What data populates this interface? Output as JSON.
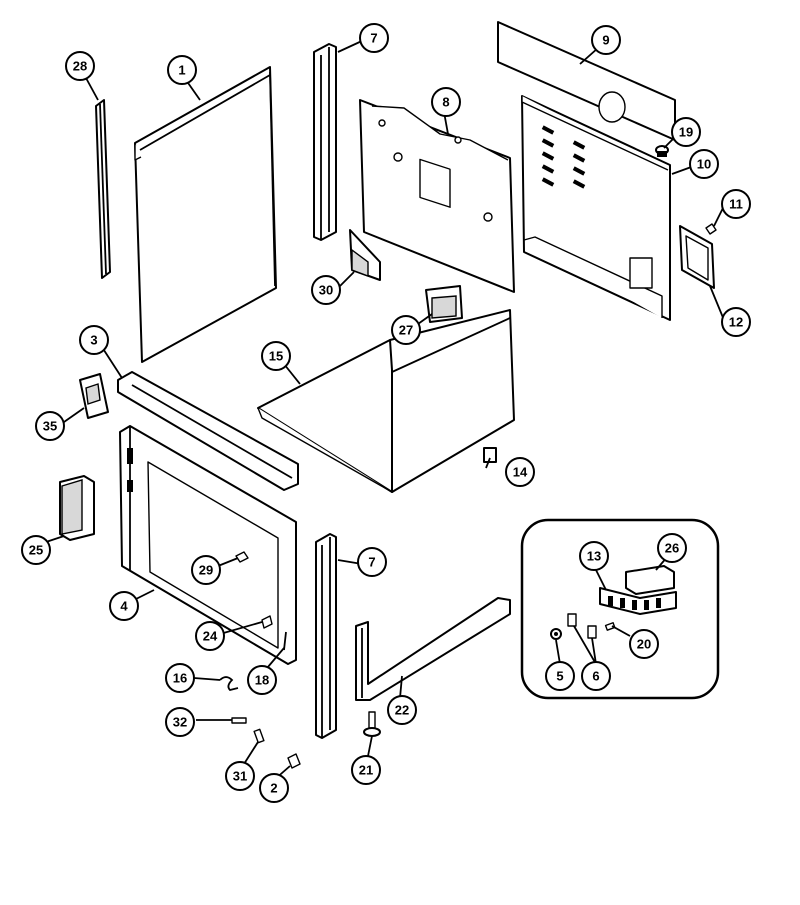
{
  "callouts": [
    {
      "id": "c1",
      "label": "1"
    },
    {
      "id": "c2",
      "label": "2"
    },
    {
      "id": "c3",
      "label": "3"
    },
    {
      "id": "c4",
      "label": "4"
    },
    {
      "id": "c5",
      "label": "5"
    },
    {
      "id": "c6",
      "label": "6"
    },
    {
      "id": "c7a",
      "label": "7"
    },
    {
      "id": "c7b",
      "label": "7"
    },
    {
      "id": "c8",
      "label": "8"
    },
    {
      "id": "c9",
      "label": "9"
    },
    {
      "id": "c10",
      "label": "10"
    },
    {
      "id": "c11",
      "label": "11"
    },
    {
      "id": "c12",
      "label": "12"
    },
    {
      "id": "c13",
      "label": "13"
    },
    {
      "id": "c14",
      "label": "14"
    },
    {
      "id": "c15",
      "label": "15"
    },
    {
      "id": "c16",
      "label": "16"
    },
    {
      "id": "c18",
      "label": "18"
    },
    {
      "id": "c19",
      "label": "19"
    },
    {
      "id": "c20",
      "label": "20"
    },
    {
      "id": "c21",
      "label": "21"
    },
    {
      "id": "c22",
      "label": "22"
    },
    {
      "id": "c24",
      "label": "24"
    },
    {
      "id": "c25",
      "label": "25"
    },
    {
      "id": "c26",
      "label": "26"
    },
    {
      "id": "c27",
      "label": "27"
    },
    {
      "id": "c28",
      "label": "28"
    },
    {
      "id": "c29",
      "label": "29"
    },
    {
      "id": "c30",
      "label": "30"
    },
    {
      "id": "c31",
      "label": "31"
    },
    {
      "id": "c32",
      "label": "32"
    },
    {
      "id": "c35",
      "label": "35"
    }
  ]
}
